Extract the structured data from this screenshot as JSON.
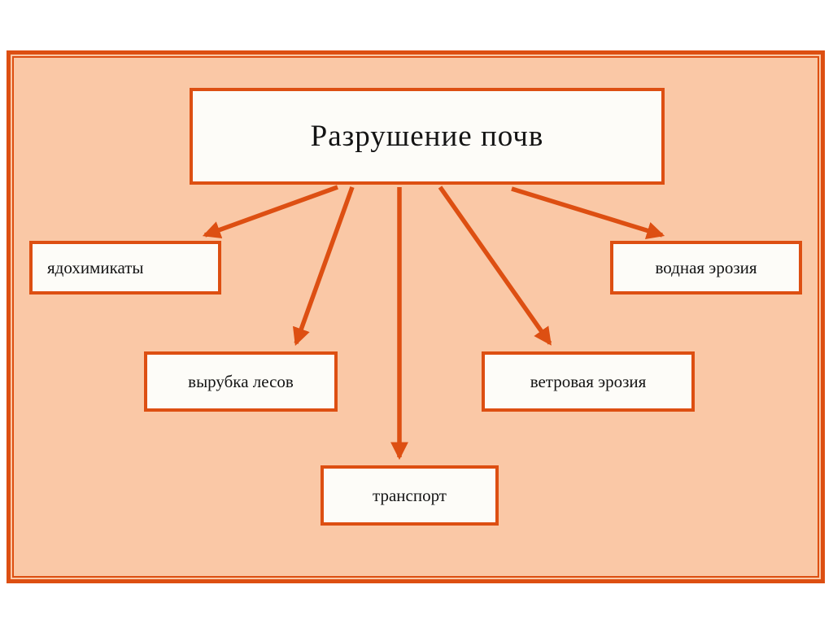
{
  "diagram": {
    "title": "Разрушение почв",
    "nodes": [
      {
        "id": "yadohimikaty",
        "label": "ядохимикаты"
      },
      {
        "id": "vyrubka-lesov",
        "label": "вырубка лесов"
      },
      {
        "id": "transport",
        "label": "транспорт"
      },
      {
        "id": "vetrovaya-eroziya",
        "label": "ветровая эрозия"
      },
      {
        "id": "vodnaya-eroziya",
        "label": "водная эрозия"
      }
    ],
    "edges": [
      {
        "from": "root",
        "to": "yadohimikaty"
      },
      {
        "from": "root",
        "to": "vyrubka-lesov"
      },
      {
        "from": "root",
        "to": "transport"
      },
      {
        "from": "root",
        "to": "vetrovaya-eroziya"
      },
      {
        "from": "root",
        "to": "vodnaya-eroziya"
      }
    ],
    "colors": {
      "accent": "#dd4f12",
      "canvas_fill": "#fac8a6",
      "box_fill": "#fdfcf8",
      "text": "#141414",
      "page_background": "#ffffff"
    }
  }
}
